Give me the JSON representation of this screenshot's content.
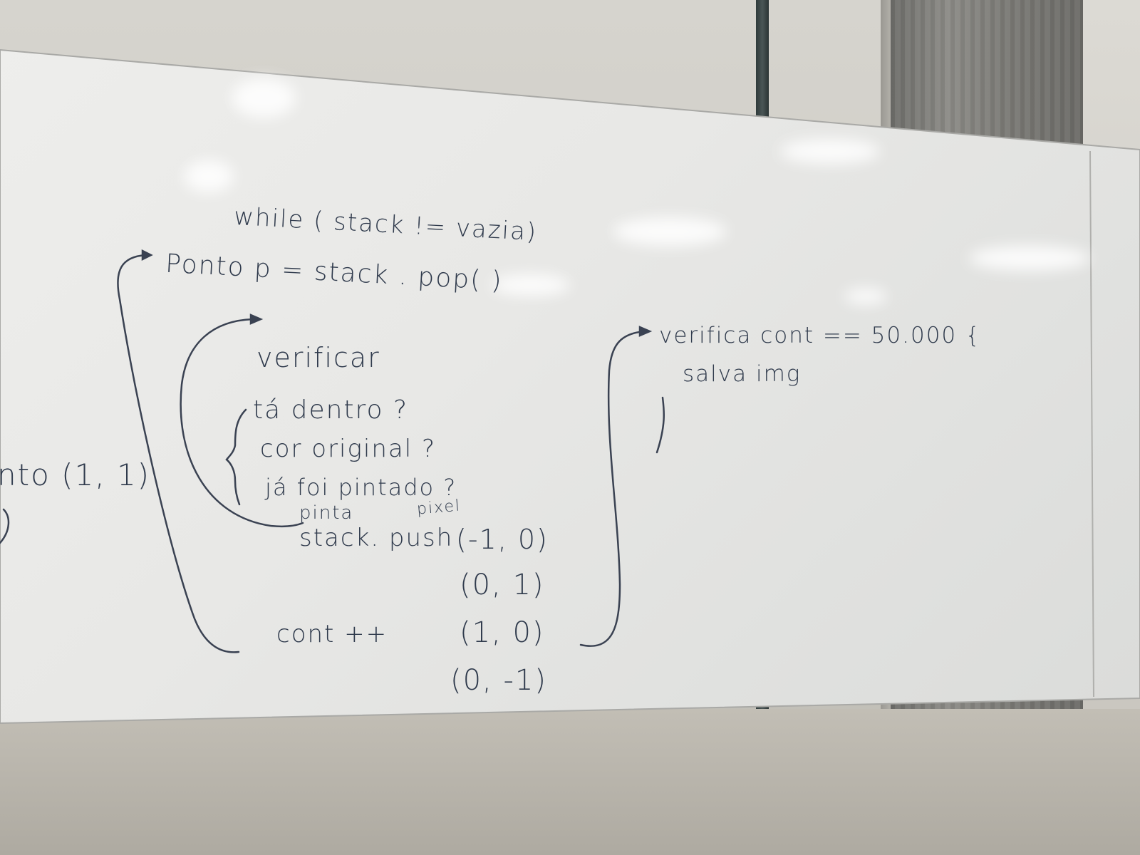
{
  "whiteboard": {
    "line_while": "while ( stack != vazia)",
    "line_pop": "Ponto p = stack . pop( )",
    "line_verificar": "verificar",
    "line_dentro": "tá dentro ?",
    "line_cor": "cor original ?",
    "line_pintado": "já foi pintado ?",
    "line_pinta": "pinta",
    "line_pixel": "pixel",
    "line_push": "stack. push",
    "push_args": [
      "(-1, 0)",
      "(0, 1)",
      "(1, 0)",
      "(0, -1)"
    ],
    "line_cont": "cont ++",
    "line_verifica_cont": "verifica cont == 50.000 {",
    "line_salva": "salva img",
    "line_close_brace": "}",
    "left_fragment": "nto (1, 1)",
    "left_paren": ")"
  }
}
